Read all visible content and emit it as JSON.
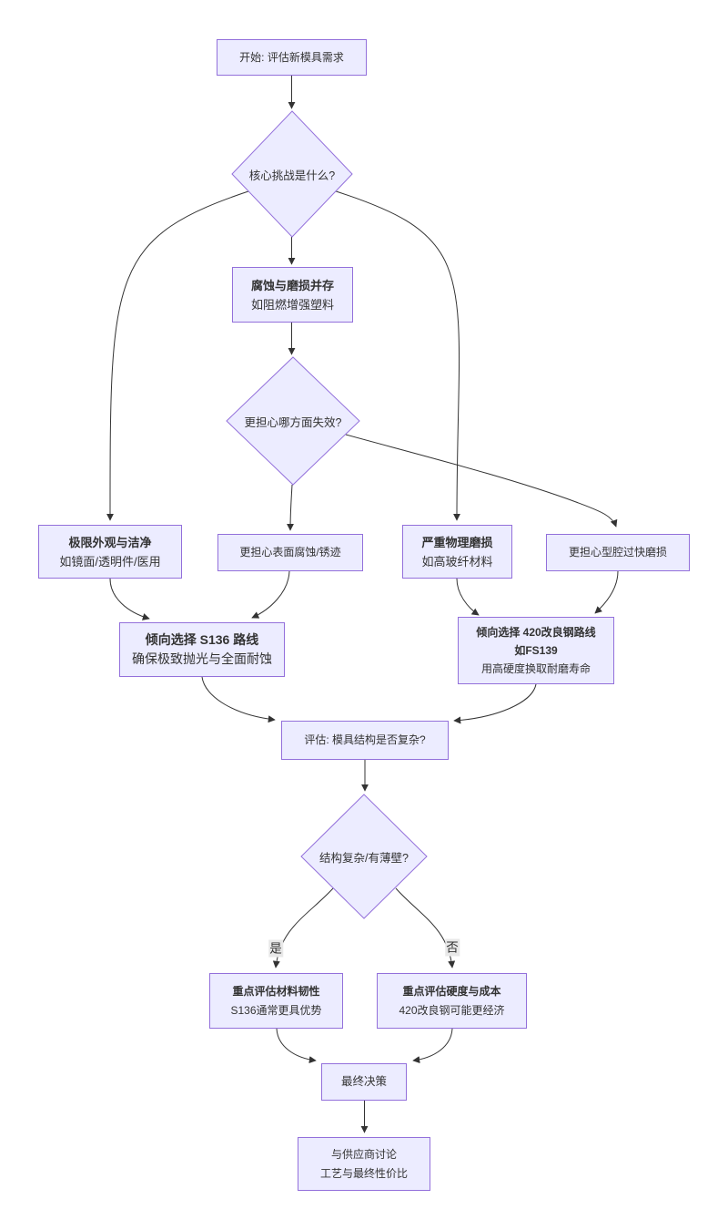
{
  "diagram": {
    "type": "flowchart",
    "direction": "top-down",
    "colors": {
      "node_fill": "#ECECFF",
      "node_border": "#9370DB",
      "edge": "#333333",
      "edge_label_bg": "#e8e8e8",
      "text": "#333333"
    },
    "nodes": {
      "start": {
        "title": "开始: 评估新模具需求"
      },
      "challenge": {
        "title": "核心挑战是什么?"
      },
      "both": {
        "title": "腐蚀与磨损并存",
        "subtitle": "如阻燃增强塑料"
      },
      "worry": {
        "title": "更担心哪方面失效?"
      },
      "appearance": {
        "title": "极限外观与洁净",
        "subtitle": "如镜面/透明件/医用"
      },
      "corrosion": {
        "title": "更担心表面腐蚀/锈迹"
      },
      "wear": {
        "title": "严重物理磨损",
        "subtitle": "如高玻纤材料"
      },
      "cavity": {
        "title": "更担心型腔过快磨损"
      },
      "s136": {
        "title": "倾向选择 S136 路线",
        "subtitle": "确保极致抛光与全面耐蚀"
      },
      "fs139": {
        "title": "倾向选择 420改良钢路线",
        "subtitle": "如FS139",
        "detail": "用高硬度换取耐磨寿命"
      },
      "evaluate": {
        "title": "评估: 模具结构是否复杂?"
      },
      "complex": {
        "title": "结构复杂/有薄壁?"
      },
      "toughness": {
        "title": "重点评估材料韧性",
        "subtitle": "S136通常更具优势"
      },
      "hardness": {
        "title": "重点评估硬度与成本",
        "subtitle": "420改良钢可能更经济"
      },
      "final": {
        "title": "最终决策"
      },
      "supplier": {
        "title": "与供应商讨论",
        "subtitle": "工艺与最终性价比"
      }
    },
    "edge_labels": {
      "yes": "是",
      "no": "否"
    }
  }
}
